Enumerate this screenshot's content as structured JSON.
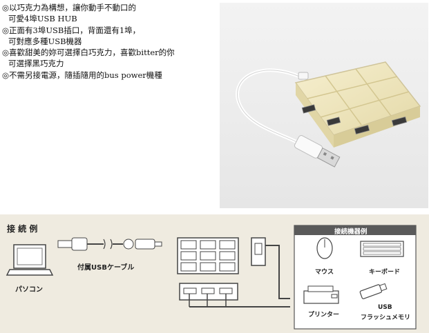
{
  "features": [
    {
      "lines": [
        "◎以巧克力為構想，讓你動手不動口的",
        "可愛4埠USB HUB"
      ]
    },
    {
      "lines": [
        "◎正面有3埠USB插口，背面還有1埠，",
        "可對應多種USB機器"
      ]
    },
    {
      "lines": [
        "◎喜歡甜美的妳可選擇白巧克力，喜歡bitter的你",
        "可選擇黑巧克力"
      ]
    },
    {
      "lines": [
        "◎不需另接電源，隨插隨用的bus power機種"
      ]
    }
  ],
  "diagram": {
    "title": "接 続 例",
    "pc_label": "パソコン",
    "cable_label": "付属USBケーブル",
    "devices_header": "接続機器例",
    "devices": {
      "mouse": "マウス",
      "keyboard": "キーボード",
      "printer": "プリンター",
      "usb_memory_line1": "USB",
      "usb_memory_line2": "フラッシュメモリ"
    }
  }
}
